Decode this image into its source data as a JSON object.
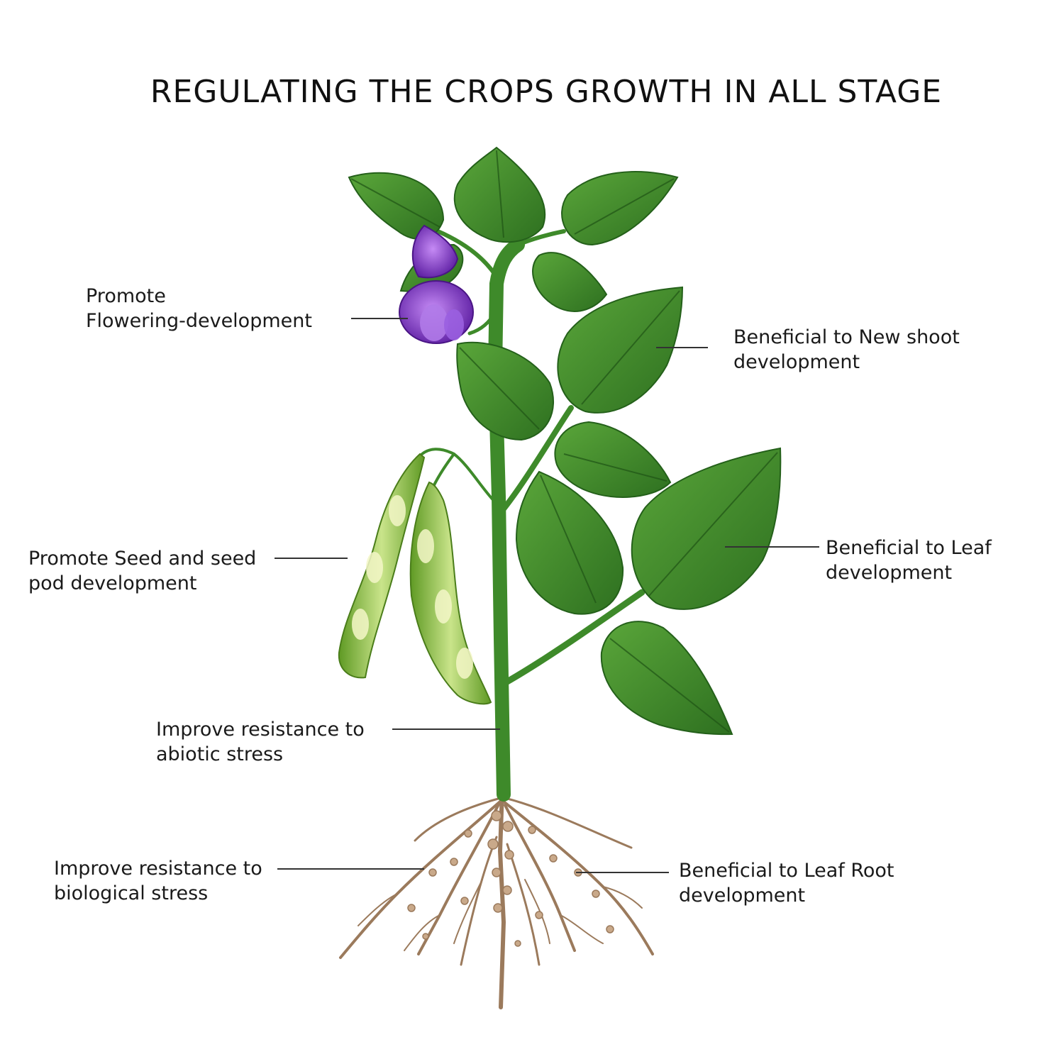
{
  "title": "REGULATING THE CROPS GROWTH IN ALL STAGE",
  "colors": {
    "leaf": "#3f8f2c",
    "leaf_dark": "#2b6e1f",
    "stem": "#3e8a2a",
    "flower": "#7b35c9",
    "pod": "#8fc23e",
    "root": "#9b7a5c"
  },
  "labels": {
    "flowering": [
      "Promote",
      "Flowering-development"
    ],
    "new_shoot": [
      "Beneficial to New shoot",
      "development"
    ],
    "seed_pod": [
      "Promote Seed and seed",
      "pod development"
    ],
    "leaf": [
      "Beneficial to Leaf",
      "development"
    ],
    "abiotic": [
      "Improve resistance to",
      "abiotic stress"
    ],
    "biological": [
      "Improve resistance to",
      "biological stress"
    ],
    "root": [
      "Beneficial to Leaf Root",
      "development"
    ]
  }
}
